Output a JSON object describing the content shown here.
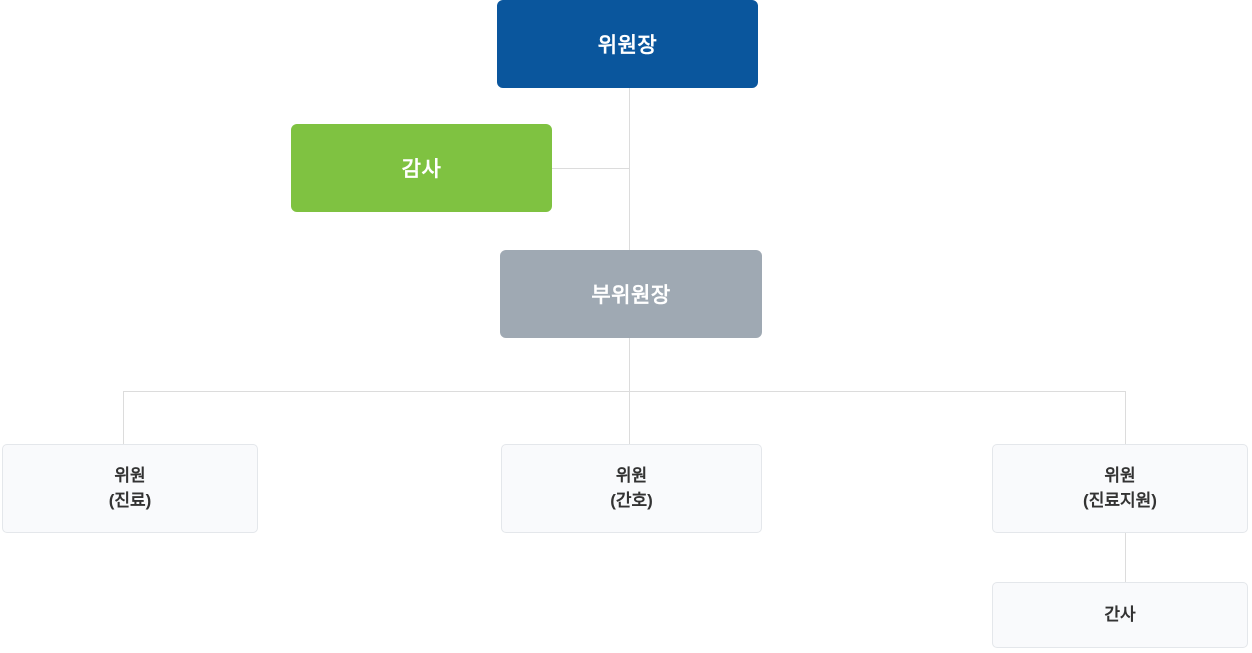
{
  "chart_data": {
    "type": "table",
    "title": "",
    "diagram_kind": "organization-chart",
    "nodes": [
      {
        "id": "chairman",
        "label": "위원장",
        "level": 1,
        "style": "blue"
      },
      {
        "id": "auditor",
        "label": "감사",
        "level": 2,
        "style": "green"
      },
      {
        "id": "vice_chairman",
        "label": "부위원장",
        "level": 2,
        "style": "gray"
      },
      {
        "id": "member_care",
        "label": "위원 (진료)",
        "level": 3,
        "style": "light"
      },
      {
        "id": "member_nursing",
        "label": "위원 (간호)",
        "level": 3,
        "style": "light"
      },
      {
        "id": "member_support",
        "label": "위원 (진료지원)",
        "level": 3,
        "style": "light"
      },
      {
        "id": "secretary",
        "label": "간사",
        "level": 4,
        "style": "light"
      }
    ],
    "edges": [
      [
        "chairman",
        "vice_chairman"
      ],
      [
        "auditor",
        "chairman-vice_chairman-spine"
      ],
      [
        "vice_chairman",
        "member_care"
      ],
      [
        "vice_chairman",
        "member_nursing"
      ],
      [
        "vice_chairman",
        "member_support"
      ],
      [
        "member_support",
        "secretary"
      ]
    ]
  },
  "nodes": {
    "chairman": {
      "label": "위원장"
    },
    "auditor": {
      "label": "감사"
    },
    "vice_chairman": {
      "label": "부위원장"
    },
    "member_care": {
      "label_line1": "위원",
      "label_line2": "(진료)"
    },
    "member_nursing": {
      "label_line1": "위원",
      "label_line2": "(간호)"
    },
    "member_support": {
      "label_line1": "위원",
      "label_line2": "(진료지원)"
    },
    "secretary": {
      "label": "간사"
    }
  },
  "palette": {
    "chairman_bg": "#0a569d",
    "auditor_bg": "#7fc241",
    "vice_chairman_bg": "#9fa9b3",
    "member_bg": "#f9fafc",
    "member_border": "#e4e7eb",
    "connector_line": "#dcdcdc",
    "text_on_color": "#ffffff",
    "text_on_light": "#333333"
  }
}
